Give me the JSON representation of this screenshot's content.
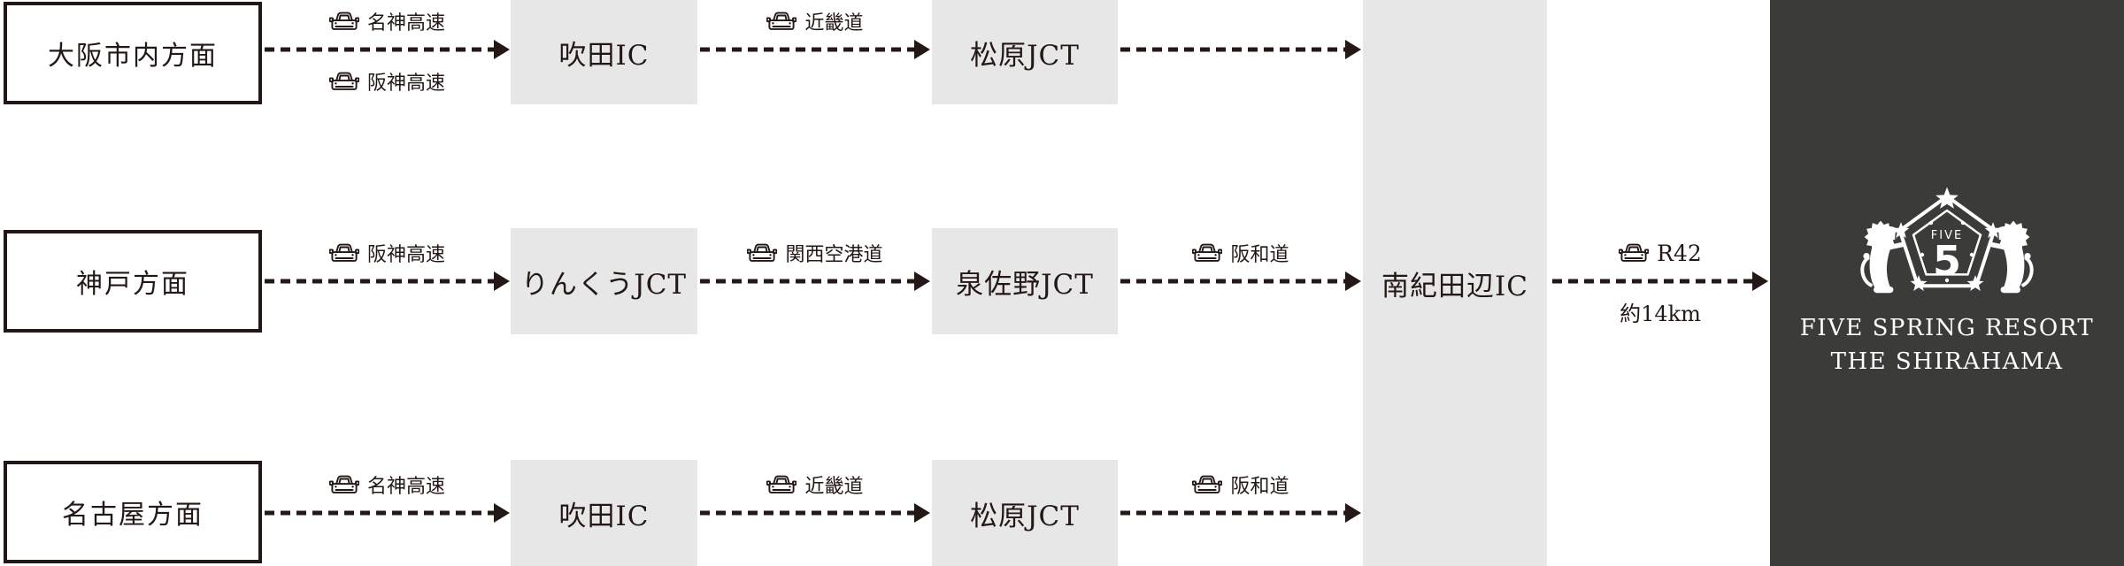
{
  "colors": {
    "ink": "#231815",
    "node_box": "#e7e7e7",
    "resort_panel": "#3b3b3a",
    "text_on_dark": "#ffffff"
  },
  "icons": {
    "car": "car-icon",
    "arrow": "dashed-arrow-right",
    "lion": "lion-icon",
    "star": "star-icon",
    "pentagon": "pentagon-badge"
  },
  "rows": [
    {
      "origin": "大阪市内方面",
      "roads_leg1": [
        "名神高速",
        "阪神高速"
      ],
      "node1": "吹田IC",
      "road_leg2": "近畿道",
      "node2": "松原JCT"
    },
    {
      "origin": "神戸方面",
      "roads_leg1": [
        "阪神高速"
      ],
      "node1": "りんくうJCT",
      "road_leg2": "関西空港道",
      "node2": "泉佐野JCT",
      "road_leg3": "阪和道"
    },
    {
      "origin": "名古屋方面",
      "roads_leg1": [
        "名神高速"
      ],
      "node1": "吹田IC",
      "road_leg2": "近畿道",
      "node2": "松原JCT",
      "road_leg3": "阪和道"
    }
  ],
  "destination_ic": "南紀田辺IC",
  "final_leg": {
    "road": "R42",
    "distance": "約14km"
  },
  "resort": {
    "logo_word": "FIVE",
    "logo_number": "5",
    "name_line1": "FIVE SPRING RESORT",
    "name_line2": "THE SHIRAHAMA"
  }
}
